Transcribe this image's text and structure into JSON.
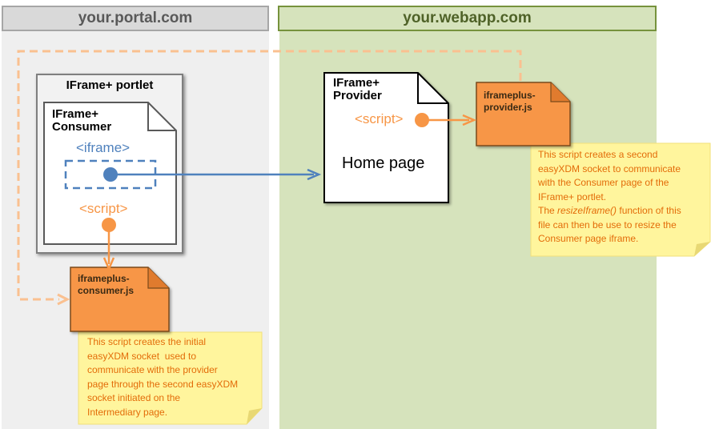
{
  "portal": {
    "domain_label": "your.portal.com"
  },
  "webapp": {
    "domain_label": "your.webapp.com"
  },
  "portlet": {
    "title": "IFrame+ portlet"
  },
  "consumer": {
    "title_line1": "IFrame+",
    "title_line2": "Consumer",
    "iframe_tag": "<iframe>",
    "script_tag": "<script>"
  },
  "provider": {
    "title_line1": "IFrame+",
    "title_line2": "Provider",
    "script_tag": "<script>",
    "home_page": "Home page"
  },
  "consumer_js": {
    "line1": "iframeplus-",
    "line2": "consumer.js"
  },
  "provider_js": {
    "line1": "iframeplus-",
    "line2": "provider.js"
  },
  "consumer_note": {
    "lines": [
      "This script creates the initial",
      "easyXDM socket  used to",
      "communicate with the provider",
      "page through the second easyXDM",
      "socket initiated on the",
      "Intermediary page."
    ]
  },
  "provider_note": {
    "lines": [
      "This script creates a second",
      "easyXDM socket to communicate",
      "with the Consumer page of the",
      "IFrame+ portlet."
    ],
    "italic_prefix": "The ",
    "italic_func": "resizeIframe()",
    "italic_suffix": " function of this",
    "lines_after": [
      "file can then be use to resize the",
      "Consumer page iframe."
    ]
  },
  "colors": {
    "portal_bg": "#efefef",
    "webapp_bg": "#d6e3bc",
    "orange": "#f79646",
    "blue": "#4f81bd",
    "note_bg": "#fff59d",
    "js_file": "#f79646"
  }
}
